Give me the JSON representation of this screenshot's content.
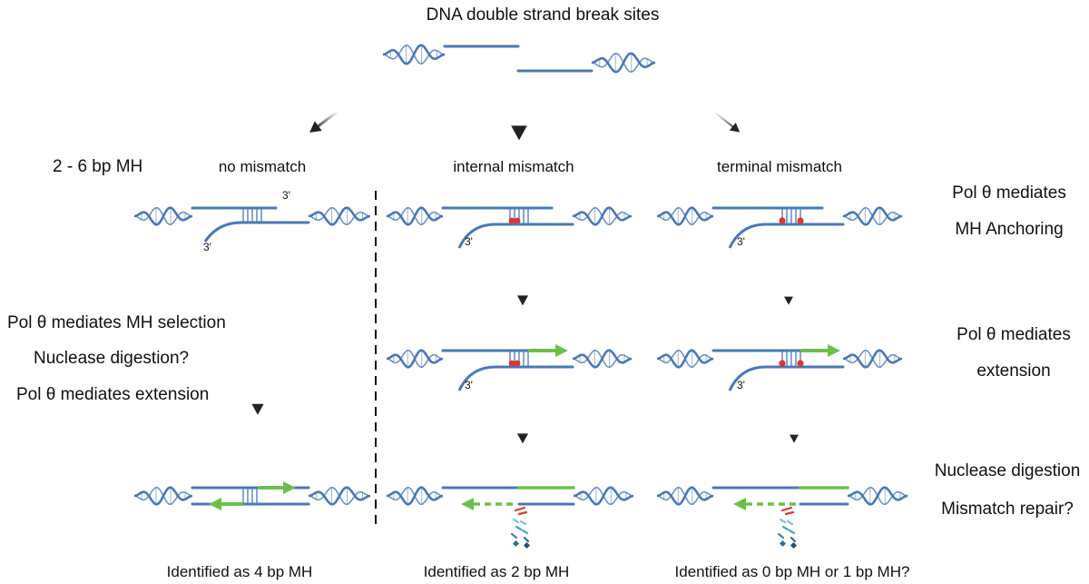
{
  "title": "DNA double strand break sites",
  "left_column": {
    "mh_range": "2 - 6 bp MH",
    "heading": "no mismatch",
    "steps": [
      "Pol θ mediates MH selection",
      "Nuclease digestion?",
      "Pol θ mediates extension"
    ],
    "result": "Identified as 4 bp MH"
  },
  "middle_column": {
    "heading": "internal mismatch",
    "result": "Identified as 2 bp MH"
  },
  "right_column": {
    "heading": "terminal mismatch",
    "result": "Identified as 0 bp MH or 1 bp MH?"
  },
  "step_labels": {
    "anchoring_line1": "Pol θ mediates",
    "anchoring_line2": "MH Anchoring",
    "extension_line1": "Pol θ mediates",
    "extension_line2": "extension",
    "digestion_line1": "Nuclease digestion",
    "digestion_line2": "Mismatch repair?"
  },
  "end_marker": "3'",
  "colors": {
    "dna": "#4a78b8",
    "mismatch": "#e0362c",
    "extension": "#6cc04a",
    "text": "#111111",
    "arrow": "#222222"
  }
}
